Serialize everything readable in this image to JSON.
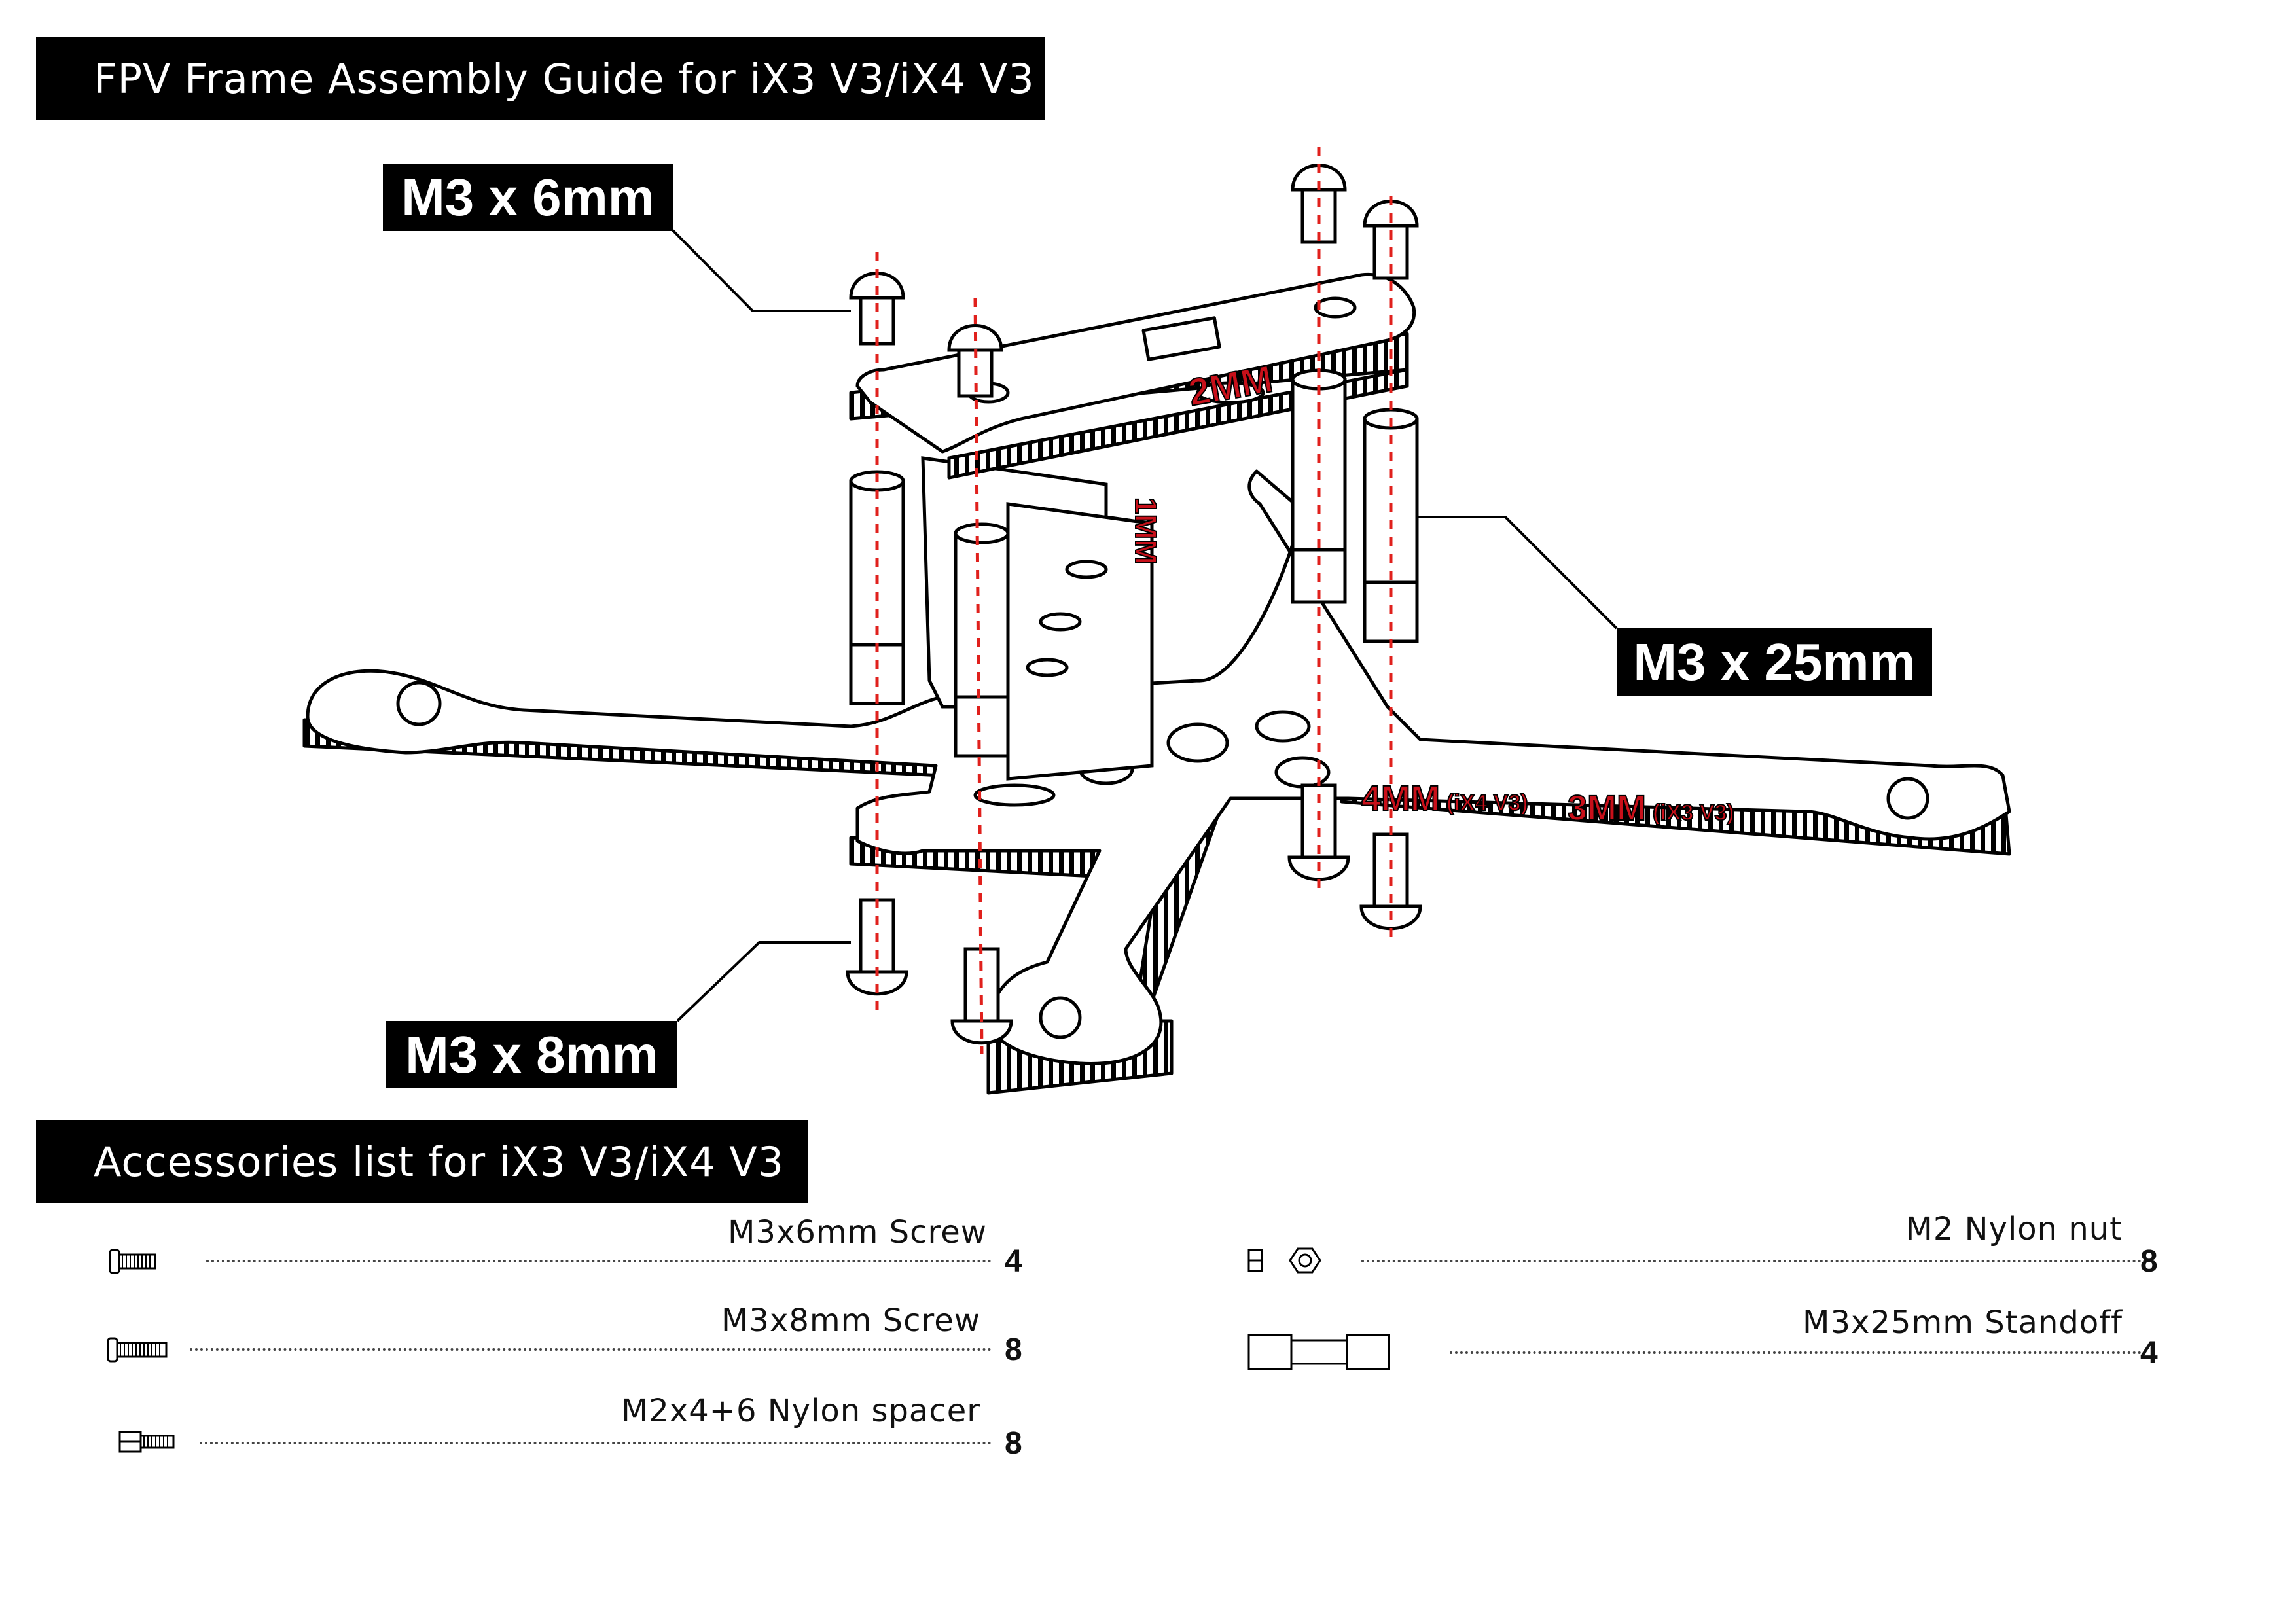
{
  "titles": {
    "guide": "FPV Frame Assembly Guide for iX3 V3/iX4 V3",
    "accessories": "Accessories list for iX3 V3/iX4 V3"
  },
  "callouts": {
    "top_screw": "M3 x 6mm",
    "standoff": "M3 x 25mm",
    "bottom_screw": "M3 x 8mm"
  },
  "plate_labels": {
    "top_plate": "2MM",
    "side_plate": "1MM",
    "arm_ix4": "4MM",
    "arm_ix4_note": "(iX4 V3)",
    "arm_ix3": "3MM",
    "arm_ix3_note": "(iX3 V3)"
  },
  "accessories": {
    "left": [
      {
        "name": "M3x6mm Screw",
        "qty": "4",
        "icon": "short-screw-icon"
      },
      {
        "name": "M3x8mm Screw",
        "qty": "8",
        "icon": "long-screw-icon"
      },
      {
        "name": "M2x4+6 Nylon spacer",
        "qty": "8",
        "icon": "nylon-spacer-icon"
      }
    ],
    "right": [
      {
        "name": "M2 Nylon nut",
        "qty": "8",
        "icon": "nylon-nut-icon"
      },
      {
        "name": "M3x25mm Standoff",
        "qty": "4",
        "icon": "standoff-icon"
      }
    ]
  },
  "colors": {
    "guide_line": "#e0201c",
    "thickness_label": "#c8101a",
    "banner_bg": "#000000"
  }
}
